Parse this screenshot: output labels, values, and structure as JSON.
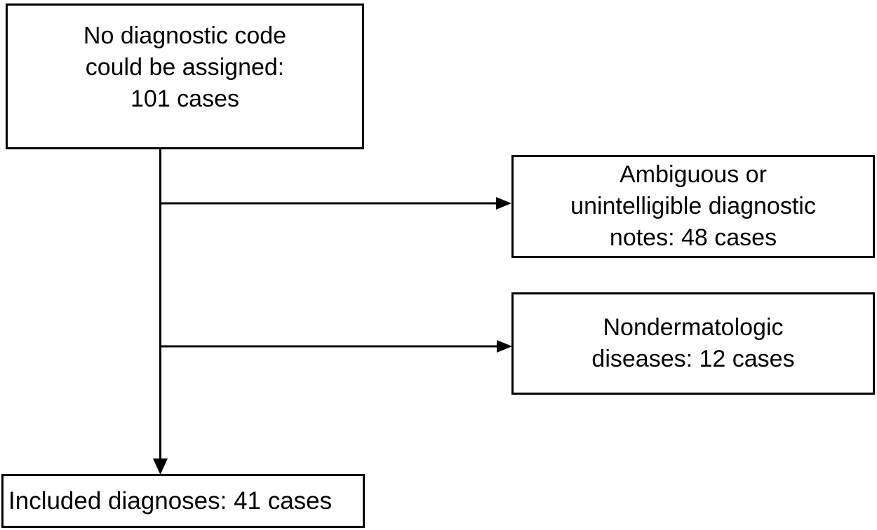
{
  "figure": {
    "type": "flowchart",
    "colors": {
      "background": "#ffffff",
      "box_fill": "#ffffff",
      "box_border": "#000000",
      "connector": "#000000",
      "text": "#000000"
    },
    "nodes": {
      "source": {
        "label": "No diagnostic code\ncould be assigned:\n101 cases",
        "cases": 101
      },
      "excluded_ambiguous": {
        "label": "Ambiguous or\nunintelligible diagnostic\nnotes: 48 cases",
        "cases": 48
      },
      "excluded_nondermatologic": {
        "label": "Nondermatologic\ndiseases: 12 cases",
        "cases": 12
      },
      "included": {
        "label": "Included diagnoses: 41 cases",
        "cases": 41
      }
    },
    "edges": [
      {
        "from": "source",
        "to": "excluded_ambiguous",
        "style": "arrow"
      },
      {
        "from": "source",
        "to": "excluded_nondermatologic",
        "style": "arrow"
      },
      {
        "from": "source",
        "to": "included",
        "style": "arrow"
      }
    ]
  }
}
